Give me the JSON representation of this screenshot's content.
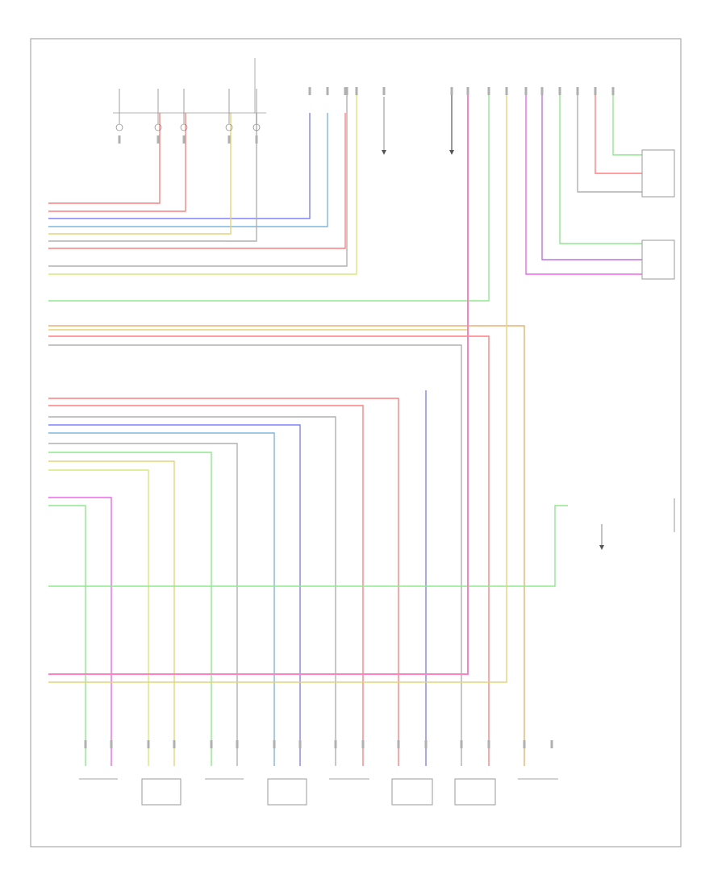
{
  "diagram": {
    "footer_code": "",
    "top_labels": {
      "hot_in_run": "",
      "passenger_airbag_indicator": "",
      "occupant_classification_module": ""
    },
    "bottom_components": [
      {
        "id": "lf-front-impact",
        "caption": [
          "",
          "",
          "",
          ""
        ]
      },
      {
        "id": "passenger-airbag-1",
        "caption": [
          "",
          "",
          ""
        ]
      },
      {
        "id": "lh-side-airbag",
        "caption": [
          "",
          "",
          ""
        ]
      },
      {
        "id": "passenger-airbag-2",
        "caption": [
          "",
          "",
          ""
        ]
      },
      {
        "id": "rh-side-airbag",
        "caption": [
          "",
          "",
          ""
        ]
      },
      {
        "id": "seat-belt-buckle",
        "caption": [
          "",
          ""
        ]
      },
      {
        "id": "lh-curtain-airbag",
        "caption": [
          "",
          "",
          "",
          "",
          ""
        ]
      },
      {
        "id": "rh-curtain-airbag",
        "caption": [
          "",
          "",
          "",
          "",
          ""
        ]
      }
    ],
    "right_components": [
      {
        "id": "seat-belt-sensor",
        "caption": [
          ""
        ]
      },
      {
        "id": "seat-position-sensor",
        "caption": [
          "",
          ""
        ]
      },
      {
        "id": "seat-buckle-switch",
        "caption": [
          ""
        ]
      }
    ],
    "colors": {
      "red": "#ff7f7f",
      "pink": "#ff80c0",
      "magenta": "#ee66ee",
      "blue": "#8080ff",
      "lightblue": "#7fb5e0",
      "green": "#8ee88e",
      "yellowgreen": "#d8e87a",
      "yellow": "#e6d27a",
      "orange": "#e8b070",
      "brown": "#c0a070",
      "gray": "#b0b0b0",
      "violet": "#c070e0"
    }
  }
}
